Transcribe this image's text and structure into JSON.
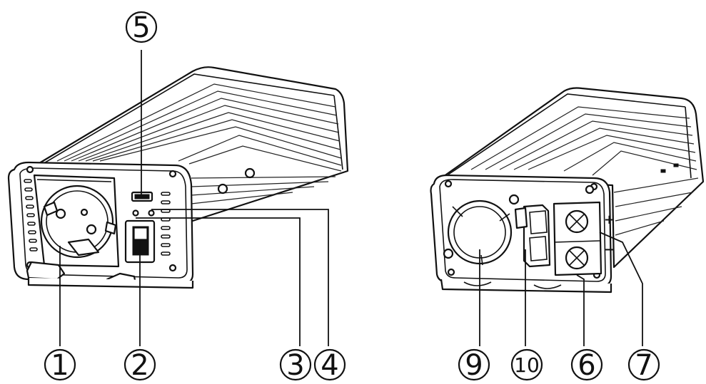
{
  "callouts": [
    {
      "id": "1",
      "label": "1"
    },
    {
      "id": "2",
      "label": "2"
    },
    {
      "id": "3",
      "label": "3"
    },
    {
      "id": "4",
      "label": "4"
    },
    {
      "id": "5",
      "label": "5"
    },
    {
      "id": "6",
      "label": "6"
    },
    {
      "id": "7",
      "label": "7"
    },
    {
      "id": "9",
      "label": "9"
    },
    {
      "id": "10",
      "label": "10"
    }
  ],
  "terminal_marks": {
    "positive": "+",
    "negative": "−"
  },
  "colors": {
    "line": "#111111",
    "background": "#ffffff"
  }
}
